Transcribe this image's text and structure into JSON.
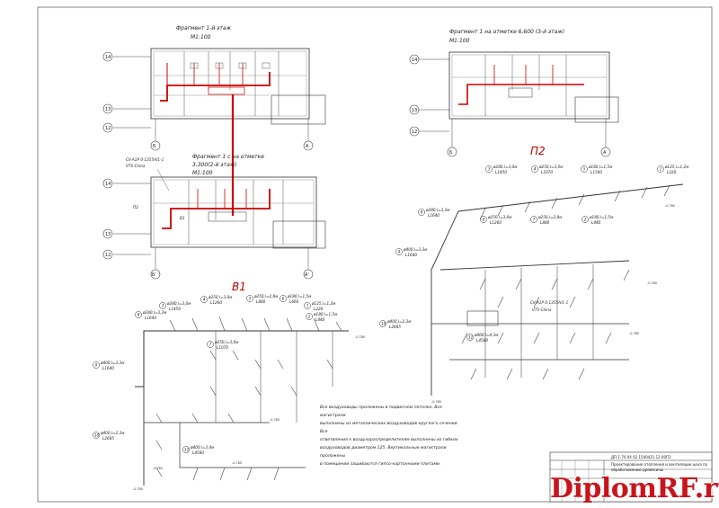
{
  "plans": {
    "p1": {
      "title": "Фрагмент 1-й этаж",
      "scale": "М1:100"
    },
    "p2": {
      "title": "Фрагмент 1 на отметке 6,600 (3-й этаж)",
      "scale": "М1:100"
    },
    "p3": {
      "title_l1": "Фрагмент 1 с на отметке",
      "title_l2": "3,300(2-й этаж)",
      "scale": "М1:100"
    }
  },
  "axes": {
    "row14": "14",
    "row13": "13",
    "row12": "12",
    "colB": "Б",
    "colBp": "Б'",
    "colA": "А",
    "colAp": "А'"
  },
  "schemes": {
    "b1": "В1",
    "p2": "П2"
  },
  "units": {
    "unit": "CV-A1P 0-1355A/1-1",
    "brand": "VTS-Clima",
    "tag_p2": "П2",
    "tag_b1": "В1"
  },
  "b1_labels": [
    {
      "num": "1",
      "l1": "ø125,l=1,2м",
      "l2": "L220"
    },
    {
      "num": "2",
      "l1": "ø180,l=1,5м",
      "l2": "L440"
    },
    {
      "num": "3",
      "l1": "ø280,l=3,0м",
      "l2": "L1450"
    },
    {
      "num": "4",
      "l1": "ø250,l=3,0м",
      "l2": "L1260"
    },
    {
      "num": "5",
      "l1": "ø250,l=2,8м",
      "l2": "L880"
    },
    {
      "num": "6",
      "l1": "ø180,l=1,5м",
      "l2": "L660"
    },
    {
      "num": "7",
      "l1": "ø250,l=3,0м",
      "l2": "L1070"
    },
    {
      "num": "8",
      "l1": "ø280,l=3,3м",
      "l2": "L1640"
    },
    {
      "num": "9",
      "l1": "ø400,l=3,3м",
      "l2": "L1640"
    },
    {
      "num": "10",
      "l1": "ø400,l=2,3м",
      "l2": "L2685"
    },
    {
      "num": "11",
      "l1": "ø400,l=3,4м",
      "l2": "L4580"
    }
  ],
  "p2_labels": [
    {
      "num": "3",
      "l1": "ø280,l=3,0м",
      "l2": "L1450"
    },
    {
      "num": "4",
      "l1": "ø250,l=3,0м",
      "l2": "L1070"
    },
    {
      "num": "5",
      "l1": "ø180,l=1,5м",
      "l2": "L1590"
    },
    {
      "num": "1",
      "l1": "ø125,l=1,2м",
      "l2": "L220"
    },
    {
      "num": "8",
      "l1": "ø280,l=3,3м",
      "l2": "L1640"
    },
    {
      "num": "6",
      "l1": "ø250,l=3,0м",
      "l2": "L1260"
    },
    {
      "num": "7",
      "l1": "ø250,l=2,8м",
      "l2": "L880"
    },
    {
      "num": "2",
      "l1": "ø180,l=1,5м",
      "l2": "L440"
    },
    {
      "num": "9",
      "l1": "ø400,l=3,3м",
      "l2": "L1640"
    },
    {
      "num": "10",
      "l1": "ø400,l=2,3м",
      "l2": "L2685"
    },
    {
      "num": "11",
      "l1": "ø400,l=4,3м",
      "l2": "L4580"
    }
  ],
  "notes": [
    "Все воздуховоды проложены в подвесном потолке. Все",
    "магистрали",
    "выполнены из металлических воздуховодов круглого сечения.",
    "Все",
    "ответвления к воздухораспределителям выполнены из гибких",
    "воздуховодов диаметром 125. Вертикальные магистрали",
    "проложены",
    "в помещении зашиваются гипсо-картонными плитами."
  ],
  "stamp": {
    "code": "ДП.1-70 04 02 1500421.12.00ПЗ",
    "desc_l1": "Проектирование отопления и вентиляции цеха по",
    "desc_l2": "обрабатыванию древесины"
  },
  "watermark": "DiplomRF.ru",
  "colors": {
    "accent": "#cc0000",
    "line": "#333333",
    "watermark": "#c8151c"
  }
}
